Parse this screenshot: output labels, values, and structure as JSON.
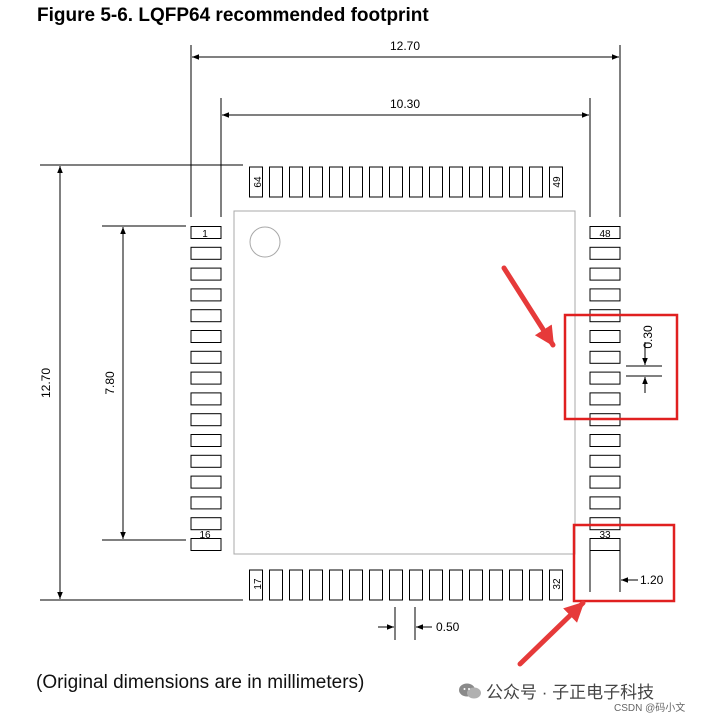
{
  "title": "Figure 5-6. LQFP64 recommended footprint",
  "dimensions": {
    "overall_width": "12.70",
    "inner_width": "10.30",
    "overall_height": "12.70",
    "pin_span": "7.80",
    "pad_width": "0.30",
    "pad_pitch": "0.50",
    "pad_length": "1.20"
  },
  "pin_labels": {
    "left_first": "1",
    "left_last": "16",
    "bottom_first": "17",
    "bottom_last": "32",
    "right_first": "33",
    "right_last": "48",
    "top_first": "49",
    "top_last": "64"
  },
  "caption": "(Original dimensions are in millimeters)",
  "watermark": "公众号 · 子正电子科技",
  "credit": "CSDN @码小文",
  "colors": {
    "line": "#000000",
    "outline": "#a8a8a8",
    "highlight": "#e02020",
    "arrow": "#e63a3a"
  }
}
